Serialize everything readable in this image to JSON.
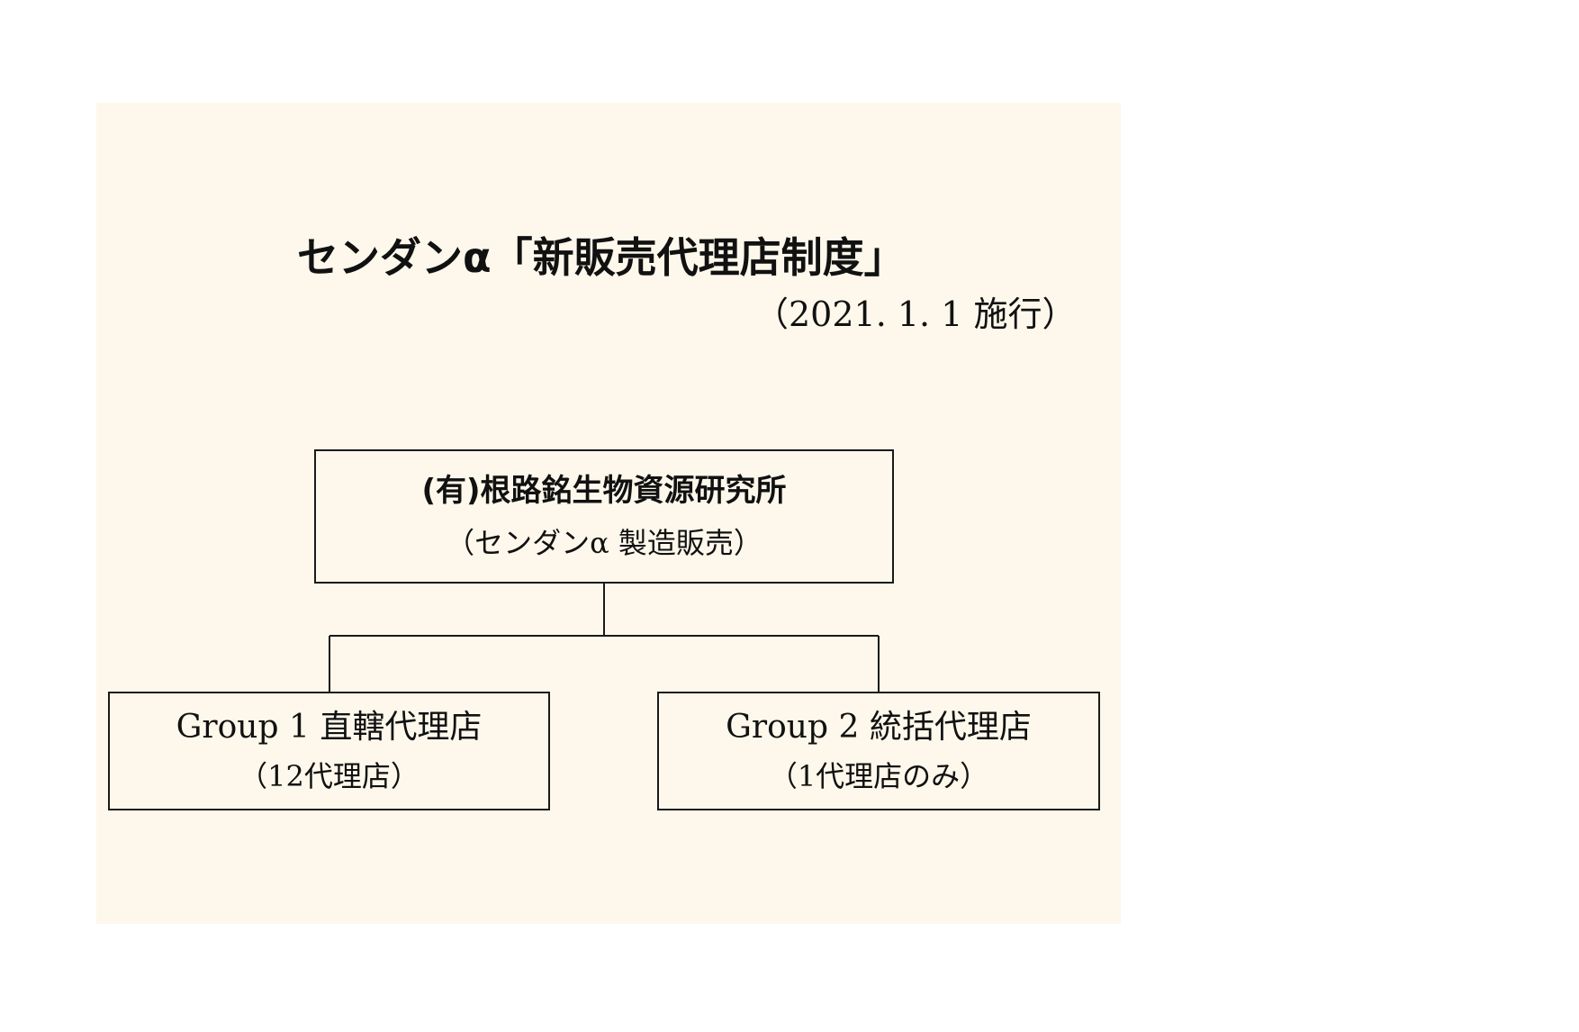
{
  "colors": {
    "panel_background": "#fdf8eb",
    "box_border": "#1a1a1a",
    "connector": "#1a1a1a"
  },
  "title": "センダンα「新販売代理店制度」",
  "subtitle": "（2021. 1. 1 施行）",
  "org_chart": {
    "root": {
      "name": "(有)根路銘生物資源研究所",
      "description": "（センダンα 製造販売）"
    },
    "children": [
      {
        "name": "Group 1 直轄代理店",
        "description": "（12代理店）"
      },
      {
        "name": "Group 2 統括代理店",
        "description": "（1代理店のみ）"
      }
    ]
  }
}
